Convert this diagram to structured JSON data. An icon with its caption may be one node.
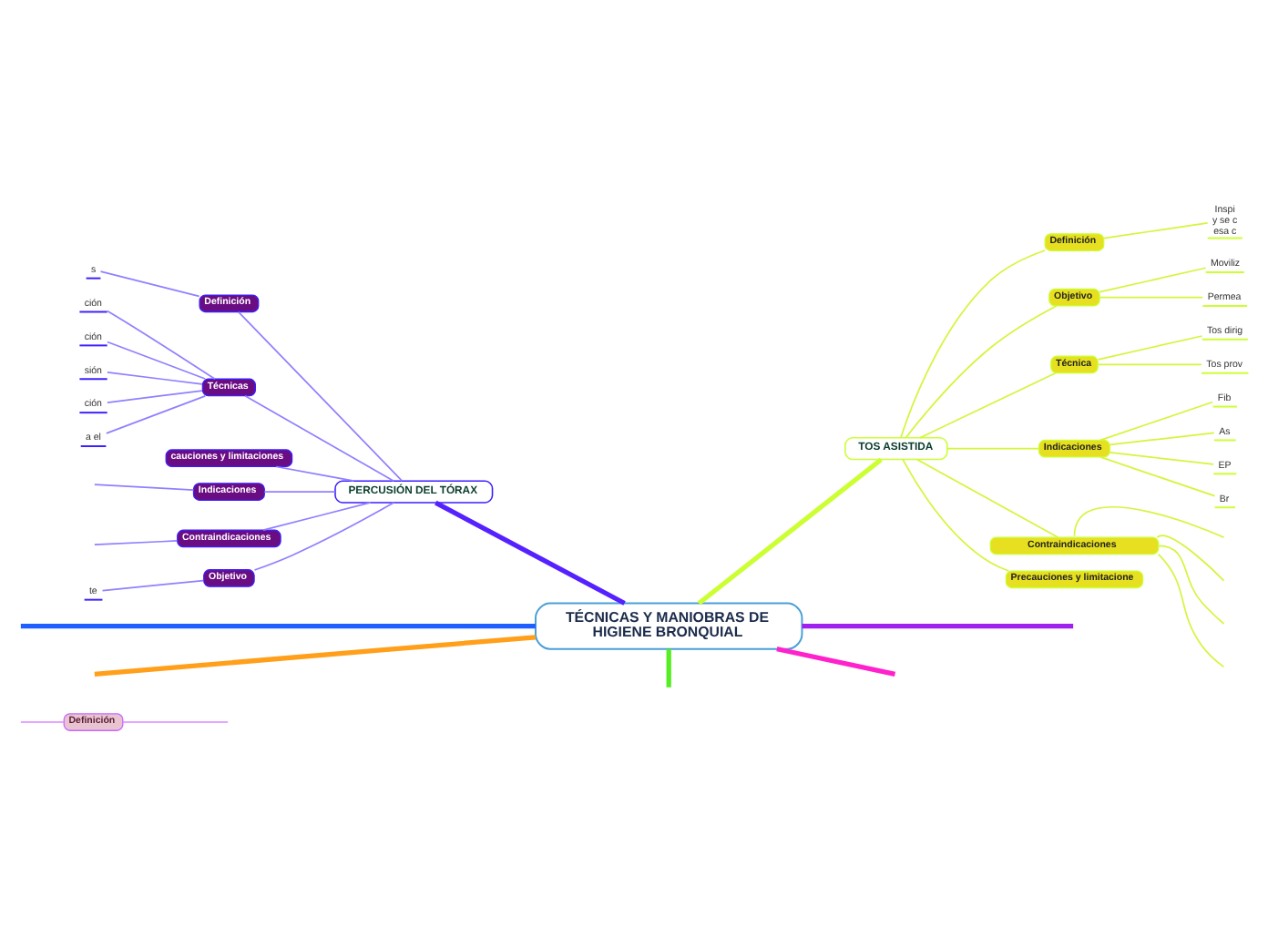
{
  "diagram": {
    "nodes": [
      {
        "text": [
          "TÉCNICAS Y MANIOBRAS DE HIGIENE BRONQUIAL"
        ]
      },
      {
        "text": [
          "PERCUSIÓN DEL TÓRAX"
        ]
      },
      {
        "text": [
          "Definición"
        ]
      },
      {
        "text": [
          "s"
        ]
      },
      {
        "text": [
          "Técnicas"
        ]
      },
      {
        "text": [
          "ción"
        ]
      },
      {
        "text": [
          "ción"
        ]
      },
      {
        "text": [
          "sión"
        ]
      },
      {
        "text": [
          "ción"
        ]
      },
      {
        "text": [
          "a el"
        ]
      },
      {
        "text": [
          "cauciones y limitaciones"
        ]
      },
      {
        "text": [
          "Indicaciones"
        ]
      },
      {
        "text": [
          "Contraindicaciones"
        ]
      },
      {
        "text": [
          "Objetivo"
        ]
      },
      {
        "text": [
          "te"
        ]
      },
      {
        "text": [
          "Definición"
        ]
      },
      {
        "text": [
          "TOS ASISTIDA"
        ]
      },
      {
        "text": [
          "Definición"
        ]
      },
      {
        "text": [
          "Inspi y se c esa c"
        ]
      },
      {
        "text": [
          "Objetivo"
        ]
      },
      {
        "text": [
          "Moviliz"
        ]
      },
      {
        "text": [
          "Permea"
        ]
      },
      {
        "text": [
          "Técnica"
        ]
      },
      {
        "text": [
          "Tos dirig"
        ]
      },
      {
        "text": [
          "Tos prov"
        ]
      },
      {
        "text": [
          "Indicaciones"
        ]
      },
      {
        "text": [
          "Fib"
        ]
      },
      {
        "text": [
          "As"
        ]
      },
      {
        "text": [
          "EP"
        ]
      },
      {
        "text": [
          "Br"
        ]
      },
      {
        "text": [
          "Contraindicaciones"
        ]
      },
      {
        "text": [
          "Precauciones y limitacione"
        ]
      }
    ],
    "edges": [
      {
        "from": 1,
        "to": 0,
        "arrow": "none",
        "style": "thick",
        "color": "#5522ff"
      },
      {
        "from": 2,
        "to": 1,
        "arrow": "none",
        "color": "#9080ff"
      },
      {
        "from": 3,
        "to": 2,
        "arrow": "none",
        "color": "#9080ff"
      },
      {
        "from": 4,
        "to": 1,
        "arrow": "none",
        "color": "#9080ff"
      },
      {
        "from": 5,
        "to": 4,
        "arrow": "none",
        "color": "#9080ff"
      },
      {
        "from": 6,
        "to": 4,
        "arrow": "none",
        "color": "#9080ff"
      },
      {
        "from": 7,
        "to": 4,
        "arrow": "none",
        "color": "#9080ff"
      },
      {
        "from": 8,
        "to": 4,
        "arrow": "none",
        "color": "#9080ff"
      },
      {
        "from": 9,
        "to": 4,
        "arrow": "none",
        "color": "#9080ff"
      },
      {
        "from": 10,
        "to": 1,
        "arrow": "none",
        "color": "#9080ff"
      },
      {
        "from": 11,
        "to": 1,
        "arrow": "none",
        "color": "#9080ff"
      },
      {
        "from": null,
        "to": 11,
        "arrow": "none",
        "color": "#9080ff"
      },
      {
        "from": 12,
        "to": 1,
        "arrow": "none",
        "color": "#9080ff"
      },
      {
        "from": null,
        "to": 12,
        "arrow": "none",
        "color": "#9080ff"
      },
      {
        "from": 13,
        "to": 1,
        "arrow": "none",
        "color": "#9080ff"
      },
      {
        "from": 14,
        "to": 13,
        "arrow": "none",
        "color": "#9080ff"
      },
      {
        "from": null,
        "to": 15,
        "arrow": "none",
        "color": "#dd88ff"
      },
      {
        "from": 15,
        "to": null,
        "arrow": "none",
        "color": "#dd88ff"
      },
      {
        "from": null,
        "to": 0,
        "arrow": "none",
        "style": "thick",
        "color": "#1f5fff"
      },
      {
        "from": null,
        "to": 0,
        "arrow": "none",
        "style": "thick",
        "color": "#ff9f1a"
      },
      {
        "from": 0,
        "to": null,
        "arrow": "none",
        "style": "thick",
        "color": "#a020f0"
      },
      {
        "from": 0,
        "to": null,
        "arrow": "none",
        "style": "thick",
        "color": "#ff22cc"
      },
      {
        "from": 0,
        "to": null,
        "arrow": "none",
        "style": "thick",
        "color": "#55ee22"
      },
      {
        "from": 0,
        "to": 16,
        "arrow": "none",
        "style": "thick",
        "color": "#ccff33"
      },
      {
        "from": 16,
        "to": 17,
        "arrow": "none"
      },
      {
        "from": 17,
        "to": 18,
        "arrow": "none"
      },
      {
        "from": 16,
        "to": 19,
        "arrow": "none"
      },
      {
        "from": 19,
        "to": 20,
        "arrow": "none"
      },
      {
        "from": 19,
        "to": 21,
        "arrow": "none"
      },
      {
        "from": 16,
        "to": 22,
        "arrow": "none"
      },
      {
        "from": 22,
        "to": 23,
        "arrow": "none"
      },
      {
        "from": 22,
        "to": 24,
        "arrow": "none"
      },
      {
        "from": 16,
        "to": 25,
        "arrow": "none"
      },
      {
        "from": 25,
        "to": 26,
        "arrow": "none"
      },
      {
        "from": 25,
        "to": 27,
        "arrow": "none"
      },
      {
        "from": 25,
        "to": 28,
        "arrow": "none"
      },
      {
        "from": 25,
        "to": 29,
        "arrow": "none"
      },
      {
        "from": 16,
        "to": 30,
        "arrow": "none"
      },
      {
        "from": 30,
        "to": null,
        "arrow": "none"
      },
      {
        "from": 30,
        "to": null,
        "arrow": "none"
      },
      {
        "from": 30,
        "to": null,
        "arrow": "none"
      },
      {
        "from": 30,
        "to": null,
        "arrow": "none"
      },
      {
        "from": 16,
        "to": 31,
        "arrow": "none"
      }
    ]
  }
}
